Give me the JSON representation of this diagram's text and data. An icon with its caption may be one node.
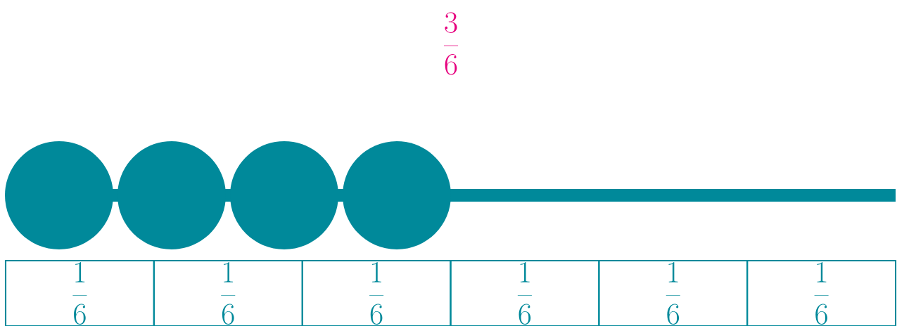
{
  "diagram": {
    "nodes": [
      {
        "text": [],
        "shape": "circle"
      },
      {
        "text": [],
        "shape": "circle"
      },
      {
        "text": [],
        "shape": "circle"
      },
      {
        "text": [],
        "shape": "circle"
      },
      {
        "text": [
          "\\frac{1}{6}"
        ]
      },
      {
        "text": [
          "\\frac{1}{6}"
        ]
      },
      {
        "text": [
          "\\frac{1}{6}"
        ]
      },
      {
        "text": [
          "\\frac{1}{6}"
        ]
      },
      {
        "text": [
          "\\frac{1}{6}"
        ]
      },
      {
        "text": [
          "\\frac{1}{6}"
        ]
      }
    ],
    "labels": [
      "\\frac{3}{6}"
    ]
  }
}
